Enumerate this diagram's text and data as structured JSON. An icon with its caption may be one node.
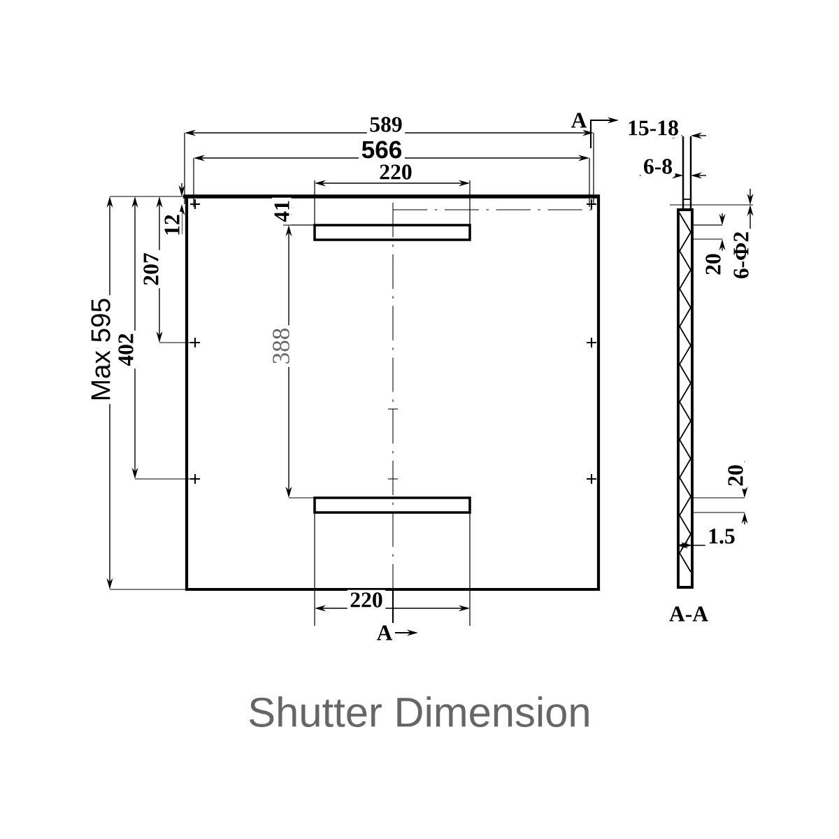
{
  "diagram": {
    "caption": "Shutter Dimension",
    "labels": [
      "A",
      "589",
      "15-18",
      "566",
      "6-8",
      "220",
      "12",
      "41",
      "20",
      "6-Φ2",
      "207",
      "402",
      "Max 595",
      "388",
      "20",
      "1.5",
      "220",
      "A-A",
      "A"
    ]
  }
}
